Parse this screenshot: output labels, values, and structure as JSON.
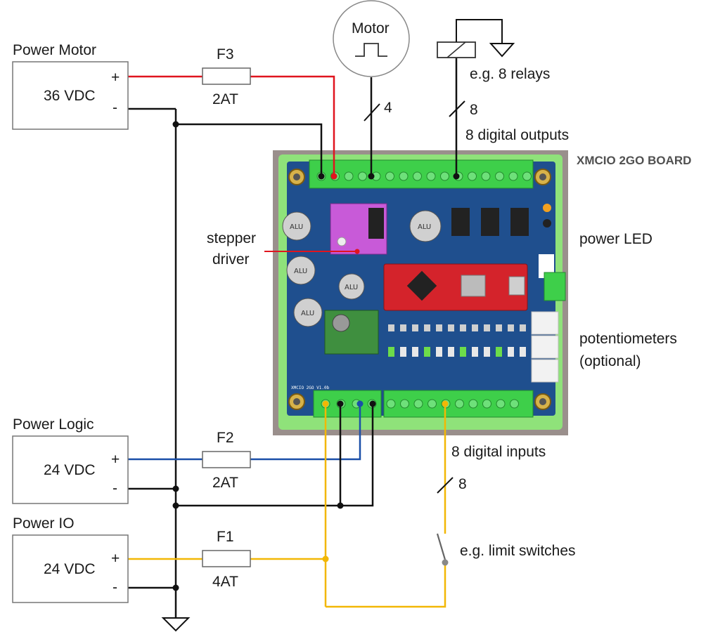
{
  "power_motor": {
    "title": "Power Motor",
    "voltage": "36 VDC",
    "plus": "+",
    "minus": "-"
  },
  "power_logic": {
    "title": "Power Logic",
    "voltage": "24 VDC",
    "plus": "+",
    "minus": "-"
  },
  "power_io": {
    "title": "Power IO",
    "voltage": "24 VDC",
    "plus": "+",
    "minus": "-"
  },
  "fuses": {
    "f3": {
      "name": "F3",
      "rating": "2AT"
    },
    "f2": {
      "name": "F2",
      "rating": "2AT"
    },
    "f1": {
      "name": "F1",
      "rating": "4AT"
    }
  },
  "motor": {
    "label": "Motor",
    "wire_count": "4"
  },
  "relays": {
    "label": "e.g. 8 relays",
    "wire_count": "8",
    "outputs_label": "8 digital outputs"
  },
  "board": {
    "title": "XMCIO 2GO BOARD",
    "version_text": "XMCIO 2GO V1.0b"
  },
  "annotations": {
    "stepper_driver_line1": "stepper",
    "stepper_driver_line2": "driver",
    "power_led": "power LED",
    "potentiometers_line1": "potentiometers",
    "potentiometers_line2": "(optional)"
  },
  "inputs": {
    "label": "8 digital inputs",
    "wire_count": "8",
    "switches_label": "e.g. limit switches"
  },
  "colors": {
    "wire_black": "#111111",
    "wire_red": "#e0141e",
    "wire_blue": "#1a4fa8",
    "wire_yellow": "#f2b705",
    "pcb": "#1f4f8e",
    "terminal": "#3ecf4a",
    "housing": "#8fe27a"
  }
}
